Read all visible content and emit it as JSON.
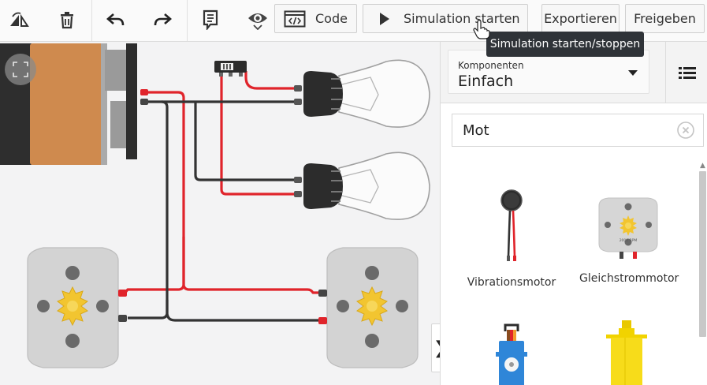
{
  "toolbar": {
    "code_label": "Code",
    "simulate_label": "Simulation starten",
    "export_label": "Exportieren",
    "share_label": "Freigeben",
    "icons": [
      "rotate-icon",
      "delete-icon",
      "undo-icon",
      "redo-icon",
      "notes-icon",
      "visibility-icon",
      "code-icon",
      "play-icon"
    ]
  },
  "tooltip": {
    "text": "Simulation starten/stoppen"
  },
  "panel": {
    "components_label": "Komponenten",
    "components_value": "Einfach",
    "search_value": "Mot",
    "items": [
      {
        "label": "Vibrationsmotor",
        "icon": "vibration-motor-icon"
      },
      {
        "label": "Gleichstrommotor",
        "icon": "dc-motor-icon",
        "rpm_text": "2000 RPM"
      },
      {
        "label": "",
        "icon": "servo-icon"
      },
      {
        "label": "",
        "icon": "hobby-gearmotor-icon"
      }
    ]
  },
  "canvas": {
    "components": [
      "battery",
      "slide-switch",
      "light-bulb-1",
      "light-bulb-2",
      "dc-motor-1",
      "dc-motor-2"
    ],
    "wire_colors": {
      "positive": "#e0242b",
      "negative": "#333333"
    }
  },
  "collapse_glyph": "❯"
}
